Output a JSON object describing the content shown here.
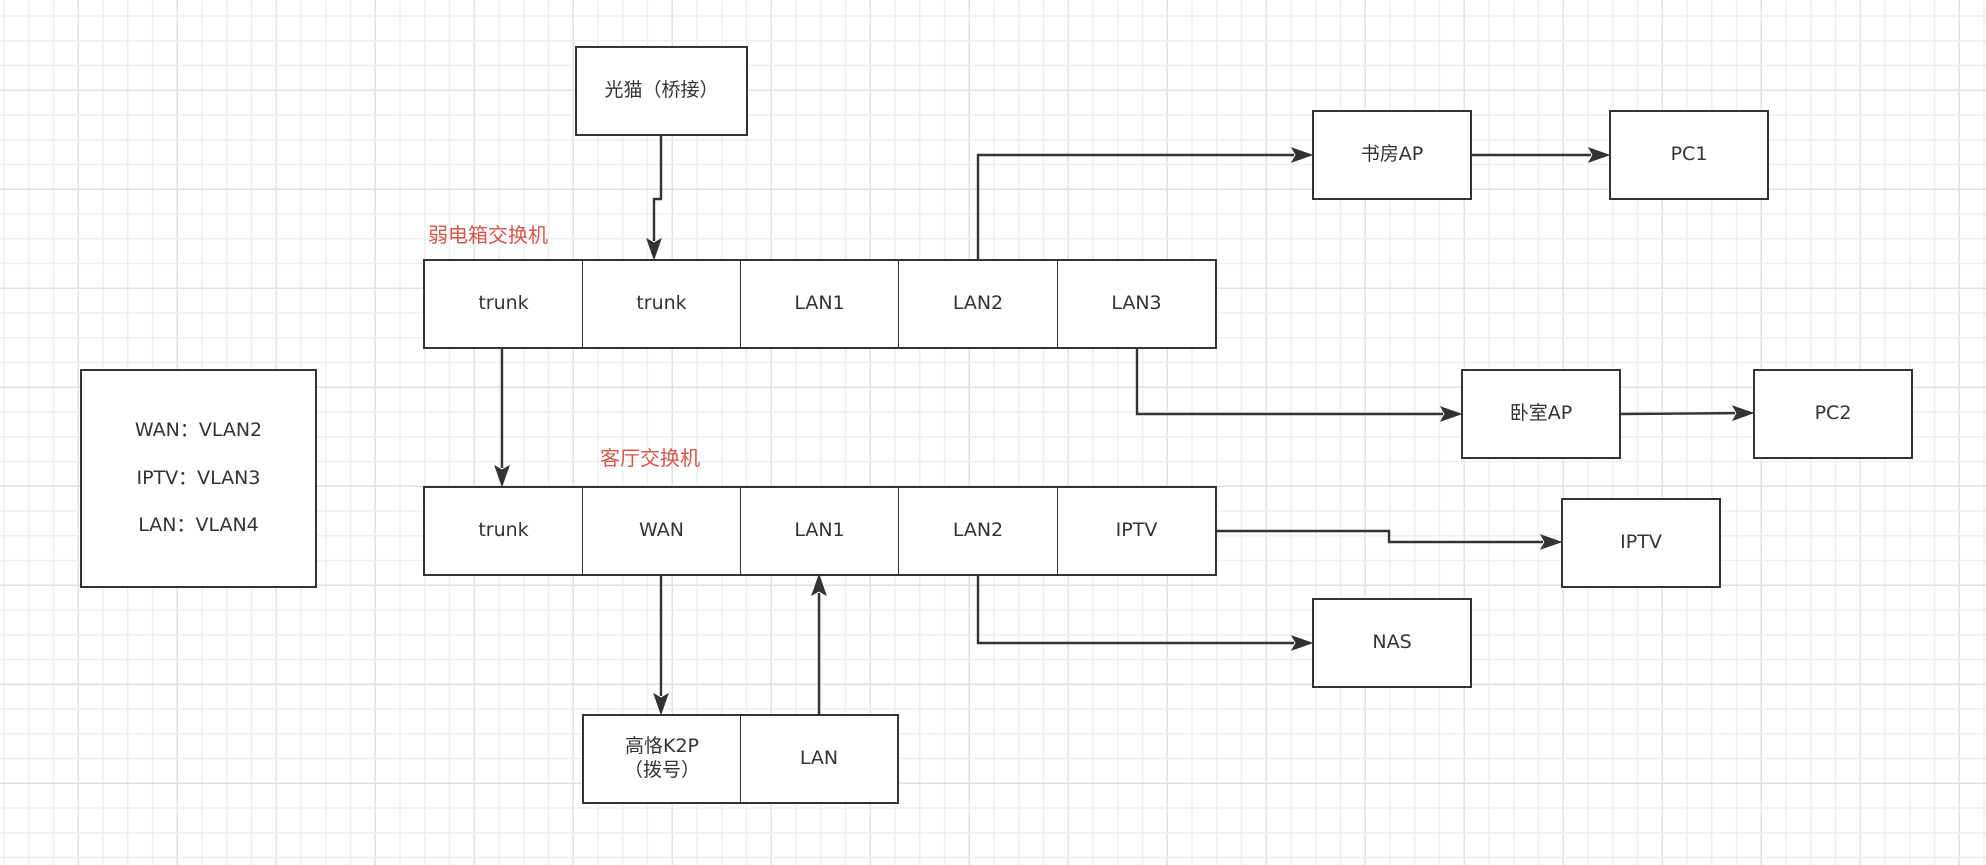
{
  "diagram": {
    "colors": {
      "stroke": "#333333",
      "text": "#333333",
      "title_red": "#d4574b",
      "grid_minor": "#efefef",
      "grid_major": "#e2e2e2"
    },
    "legend": {
      "lines": [
        "WAN：VLAN2",
        "IPTV：VLAN3",
        "LAN：VLAN4"
      ]
    },
    "modem": {
      "label": "光猫（桥接）"
    },
    "weak_box_switch": {
      "title": "弱电箱交换机",
      "ports": [
        "trunk",
        "trunk",
        "LAN1",
        "LAN2",
        "LAN3"
      ]
    },
    "living_room_switch": {
      "title": "客厅交换机",
      "ports": [
        "trunk",
        "WAN",
        "LAN1",
        "LAN2",
        "IPTV"
      ]
    },
    "router": {
      "name": "高恪K2P\n（拨号）",
      "port": "LAN"
    },
    "devices": {
      "study_ap": "书房AP",
      "pc1": "PC1",
      "bedroom_ap": "卧室AP",
      "pc2": "PC2",
      "iptv_box": "IPTV",
      "nas": "NAS"
    },
    "connections": [
      {
        "from": "光猫（桥接）",
        "to": "弱电箱交换机.trunk(2)"
      },
      {
        "from": "弱电箱交换机.trunk(1)",
        "to": "客厅交换机.trunk"
      },
      {
        "from": "弱电箱交换机.LAN2",
        "to": "书房AP"
      },
      {
        "from": "书房AP",
        "to": "PC1"
      },
      {
        "from": "弱电箱交换机.LAN3",
        "to": "卧室AP"
      },
      {
        "from": "卧室AP",
        "to": "PC2"
      },
      {
        "from": "客厅交换机.IPTV",
        "to": "IPTV"
      },
      {
        "from": "客厅交换机.LAN2",
        "to": "NAS"
      },
      {
        "from": "客厅交换机.WAN",
        "to": "高恪K2P（拨号）"
      },
      {
        "from": "高恪K2P.LAN",
        "to": "客厅交换机.LAN1"
      }
    ]
  }
}
